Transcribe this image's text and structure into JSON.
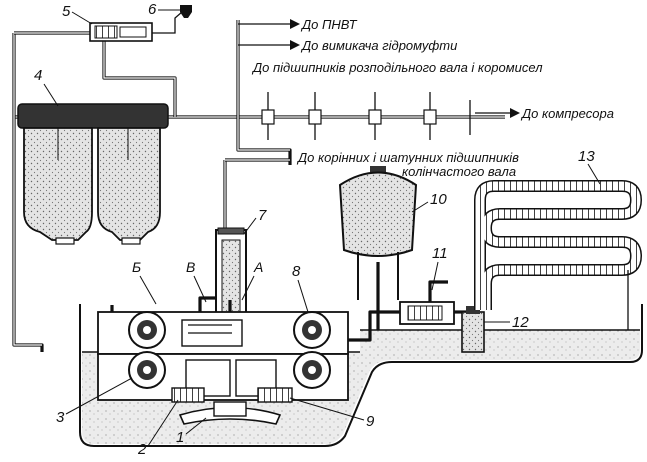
{
  "destinations": {
    "pnvt": "До ПНВТ",
    "fluid_coupling_pump": "До вимикача гідромуфти",
    "camshaft_rocker_bearings": "До підшипників розподільного вала і коромисел",
    "compressor": "До компресора",
    "crankshaft_bearings_line1": "До корінних і шатунних підшипників",
    "crankshaft_bearings_line2": "колінчастого вала"
  },
  "part_numbers": {
    "n1": "1",
    "n2": "2",
    "n3": "3",
    "n4": "4",
    "n5": "5",
    "n6": "6",
    "n7": "7",
    "n8": "8",
    "n9": "9",
    "n10": "10",
    "n11": "11",
    "n12": "12",
    "n13": "13"
  },
  "channel_letters": {
    "a": "А",
    "b": "Б",
    "v": "В"
  },
  "colors": {
    "ink": "#111111",
    "oil_fill": "#d9d9d9",
    "filter_fill": "#cfcfcf",
    "background": "#ffffff"
  }
}
